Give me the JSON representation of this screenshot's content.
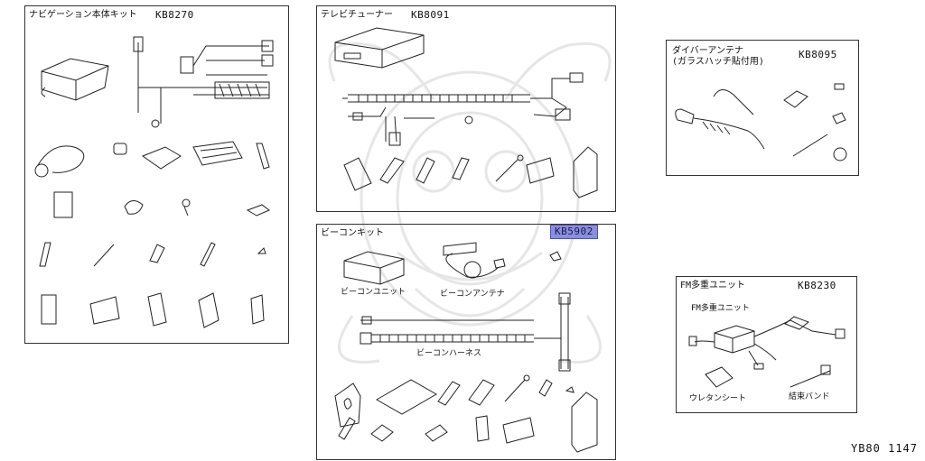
{
  "panels": {
    "nav": {
      "title": "ナビゲーション本体キット",
      "code": "KB8270"
    },
    "tv": {
      "title": "テレビチューナー",
      "code": "KB8091"
    },
    "diversity": {
      "title": "ダイバーアンテナ\n(ガラスハッチ貼付用)",
      "code": "KB8095"
    },
    "beacon": {
      "title": "ビーコンキット",
      "code": "KB5902",
      "unit_label": "ビーコンユニット",
      "antenna_label": "ビーコンアンテナ",
      "harness_label": "ビーコンハーネス"
    },
    "fm": {
      "title": "FM多重ユニット",
      "code": "KB8230",
      "unit_label": "FM多重ユニット",
      "sheet_label": "ウレタンシート",
      "band_label": "結束バンド"
    }
  },
  "doc_ref": "YB80 1147",
  "colors": {
    "highlight": "#8a8ee0",
    "line": "#333333"
  }
}
